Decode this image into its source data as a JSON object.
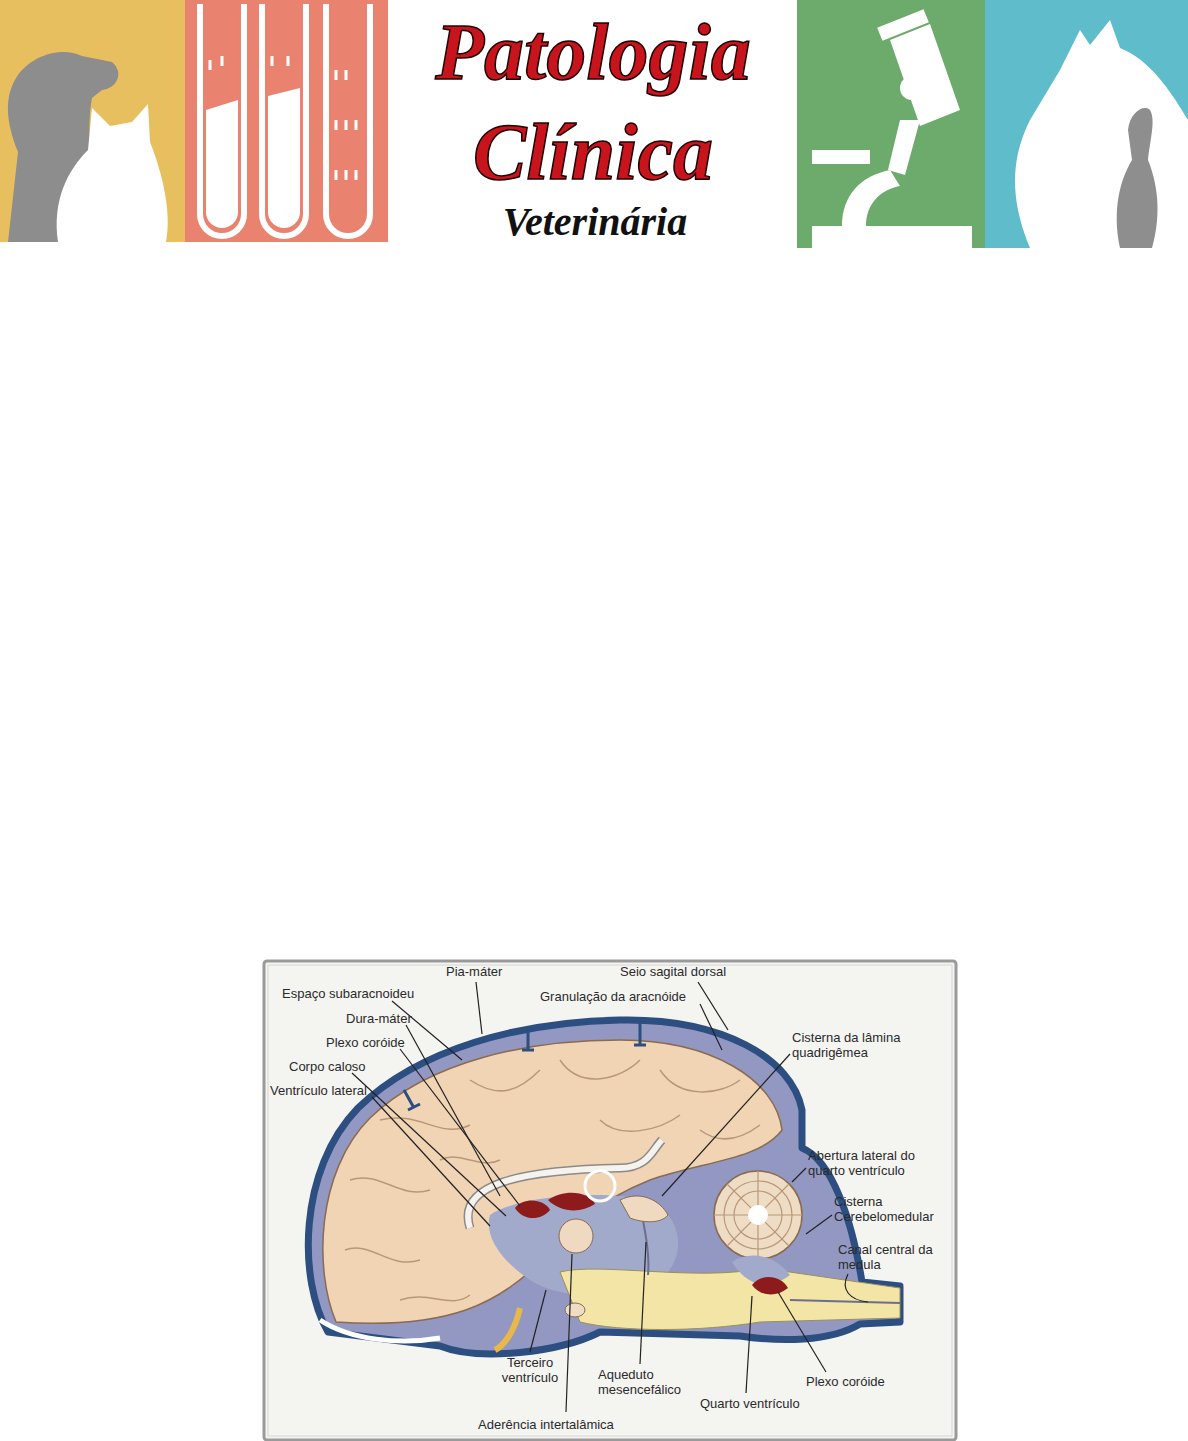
{
  "diagram": {
    "title": "Patologia Clínica",
    "labels": [
      "Veterinária",
      "Pia-máter",
      "Seio sagital dorsal",
      "Espaço subaracnoideu",
      "Granulação da aracnóide",
      "Dura-máter",
      "Plexo coróide",
      "Corpo caloso",
      "Ventrículo lateral",
      "Cisterna da lâmina quadrigêmea",
      "Abertura lateral do quarto ventrículo",
      "Cisterna Cerebelomedular",
      "Canal central da medula",
      "Terceiro ventrículo",
      "Aqueduto mesencefálico",
      "Plexo coróide",
      "Quarto ventrículo",
      "Aderência intertalâmica"
    ]
  }
}
